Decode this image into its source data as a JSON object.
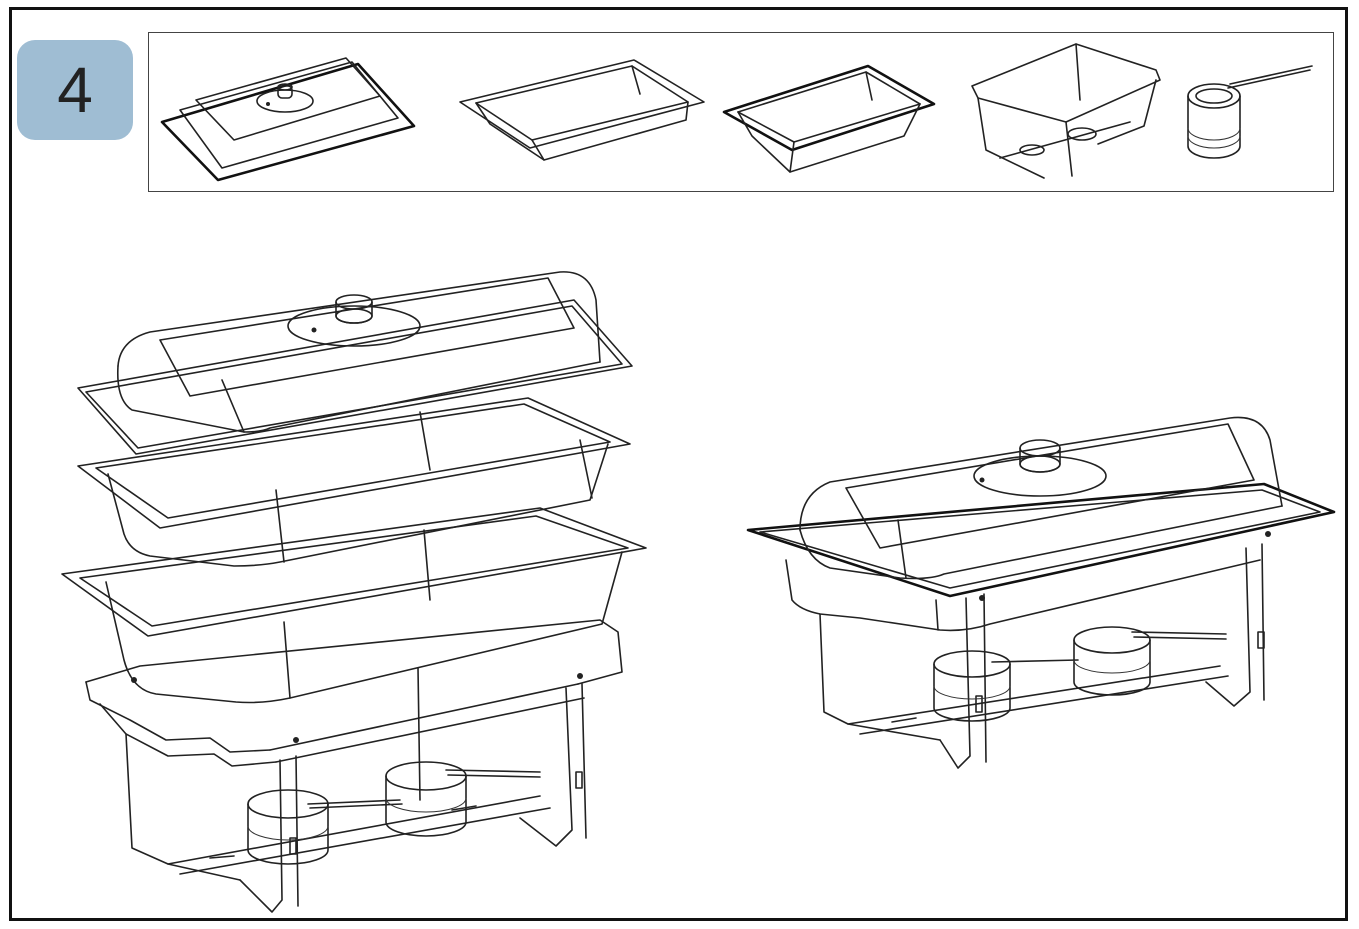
{
  "step": {
    "number": "4",
    "badge_color": "#9fbdd3"
  },
  "parts": [
    {
      "name": "lid"
    },
    {
      "name": "food-pan"
    },
    {
      "name": "water-pan"
    },
    {
      "name": "frame-stand"
    },
    {
      "name": "fuel-canister"
    }
  ],
  "colors": {
    "line": "#222222",
    "background": "#ffffff"
  }
}
